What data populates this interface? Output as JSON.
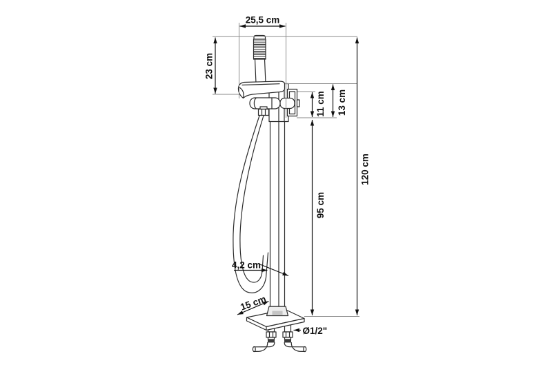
{
  "page": {
    "type": "product-dimension-diagram",
    "subject": "freestanding bathtub faucet with hand shower",
    "unit": "cm",
    "background": "#ffffff"
  },
  "colors": {
    "drawing_line": "#2a2a2a",
    "dimension_line": "#111111",
    "extension_line": "#8a8a8a",
    "shade": "#c4c4c4",
    "dark_band": "#3a3a3a"
  },
  "labels": {
    "spout_width": "25,5 cm",
    "hand_shower_height": "23 cm",
    "spout_to_body_height": "11 cm",
    "body_height": "13 cm",
    "column_height": "95 cm",
    "total_height": "120 cm",
    "column_width": "4,2 cm",
    "base_plate_width": "15 cm",
    "connector_diameter": "Ø1/2\""
  }
}
